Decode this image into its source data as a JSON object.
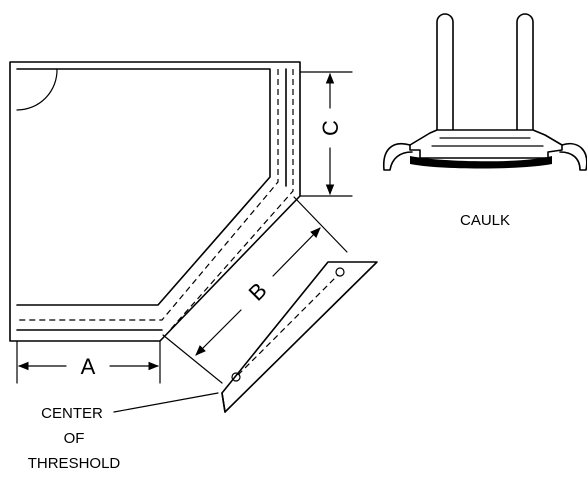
{
  "labels": {
    "dim_a": "A",
    "dim_b": "B",
    "dim_c": "C",
    "caulk": "CAULK",
    "center_line1": "CENTER",
    "center_line2": "OF",
    "center_line3": "THRESHOLD"
  }
}
